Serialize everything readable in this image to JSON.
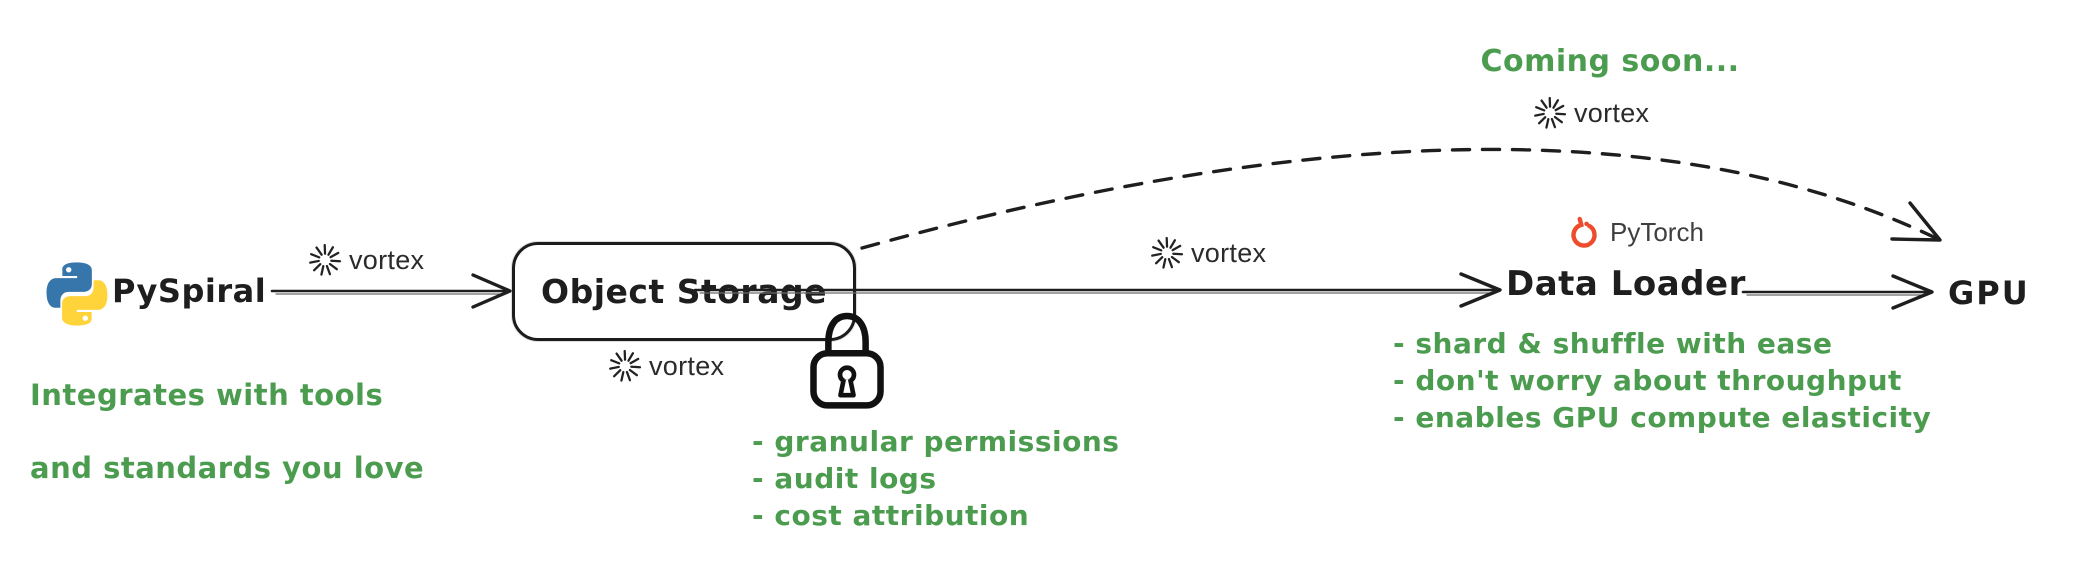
{
  "brand": {
    "vortex": "vortex",
    "pytorch": "PyTorch"
  },
  "pipeline": {
    "source": {
      "label": "PySpiral",
      "caption": [
        "Integrates with tools",
        "and standards you love"
      ]
    },
    "storage": {
      "label": "Object Storage",
      "features": [
        "- granular permissions",
        "- audit logs",
        "- cost attribution"
      ]
    },
    "loader": {
      "label": "Data Loader",
      "features": [
        "- shard & shuffle with ease",
        "- don't worry about throughput",
        "- enables GPU compute elasticity"
      ]
    },
    "gpu": {
      "label": "GPU"
    }
  },
  "annotations": {
    "coming_soon": "Coming soon..."
  },
  "icons": {
    "python": "python-icon",
    "vortex": "vortex-pinwheel-icon",
    "pytorch": "pytorch-flame-icon",
    "lock": "padlock-icon"
  },
  "colors": {
    "annotation_green": "#4c9c50",
    "ink": "#1e1e1e",
    "pytorch_orange": "#ee4c2c",
    "python_blue": "#3776ab",
    "python_yellow": "#ffd43b"
  }
}
